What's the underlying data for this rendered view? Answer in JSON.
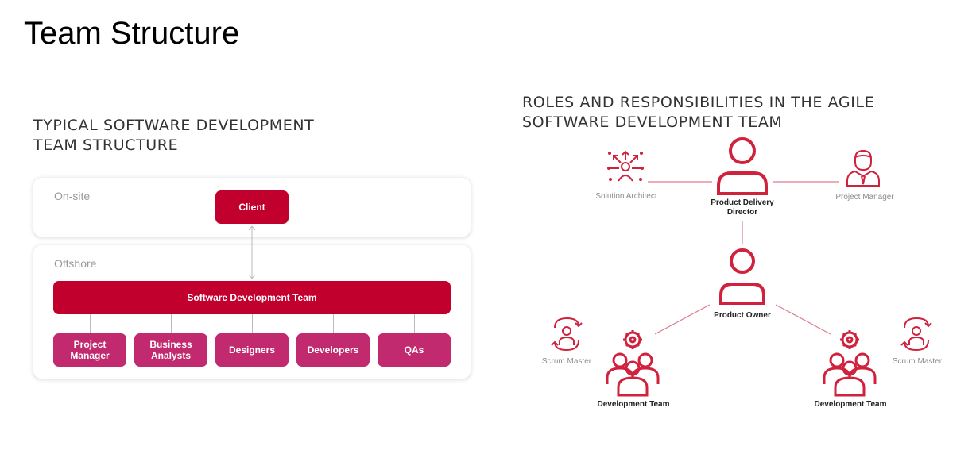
{
  "page": {
    "title": "Team Structure"
  },
  "left_diagram": {
    "heading_line1": "TYPICAL SOFTWARE DEVELOPMENT",
    "heading_line2": "TEAM STRUCTURE",
    "onsite_label": "On-site",
    "offshore_label": "Offshore",
    "client": "Client",
    "team_bar": "Software Development Team",
    "sub_teams": [
      {
        "line1": "Project",
        "line2": "Manager"
      },
      {
        "line1": "Business",
        "line2": "Analysts"
      },
      {
        "line1": "Designers",
        "line2": ""
      },
      {
        "line1": "Developers",
        "line2": ""
      },
      {
        "line1": "QAs",
        "line2": ""
      }
    ]
  },
  "right_diagram": {
    "heading_line1": "ROLES AND RESPONSIBILITIES IN THE AGILE",
    "heading_line2": "SOFTWARE DEVELOPMENT TEAM",
    "solution_architect": "Solution Architect",
    "product_delivery_director_line1": "Product Delivery",
    "product_delivery_director_line2": "Director",
    "project_manager": "Project Manager",
    "product_owner": "Product Owner",
    "scrum_master_left": "Scrum Master",
    "scrum_master_right": "Scrum Master",
    "dev_team_left": "Development Team",
    "dev_team_right": "Development Team"
  },
  "colors": {
    "primary_red": "#c2002e",
    "magenta": "#c12a6e",
    "icon_red": "#d0213d"
  }
}
